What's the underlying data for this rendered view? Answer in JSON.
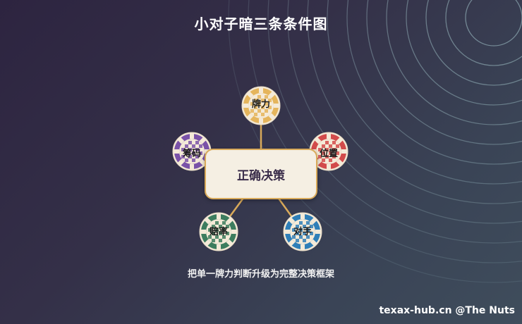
{
  "title": "小对子暗三条条件图",
  "center_label": "正确决策",
  "nodes": [
    {
      "id": "hand-strength",
      "label": "牌力",
      "color": "#e5b55c"
    },
    {
      "id": "position",
      "label": "位置",
      "color": "#d24b4b"
    },
    {
      "id": "opponent",
      "label": "对手",
      "color": "#2f7fb8"
    },
    {
      "id": "odds",
      "label": "赔率",
      "color": "#3d7d5e"
    },
    {
      "id": "chips",
      "label": "筹码",
      "color": "#7a52a8"
    }
  ],
  "subtitle": "把单一牌力判断升级为完整决策框架",
  "watermark": "texax-hub.cn @The Nuts"
}
